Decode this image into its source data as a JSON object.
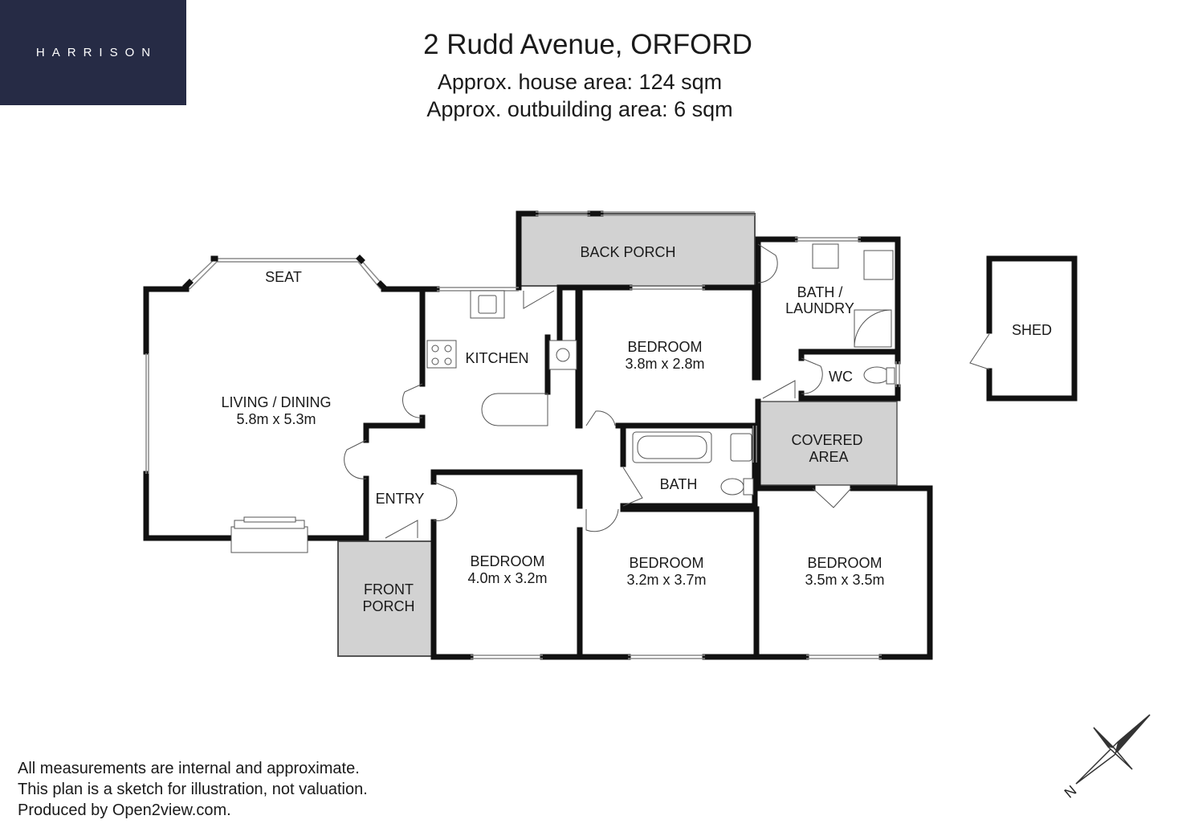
{
  "brand": {
    "logo_text": "HARRISON",
    "logo_bg": "#262b45"
  },
  "header": {
    "title": "2 Rudd Avenue, ORFORD",
    "house_area": "Approx. house area: 124 sqm",
    "outbuilding_area": "Approx. outbuilding area: 6 sqm"
  },
  "rooms": {
    "seat": "SEAT",
    "living_name": "LIVING / DINING",
    "living_size": "5.8m x 5.3m",
    "kitchen": "KITCHEN",
    "back_porch": "BACK PORCH",
    "bed1_name": "BEDROOM",
    "bed1_size": "3.8m x 2.8m",
    "bath_laundry_1": "BATH /",
    "bath_laundry_2": "LAUNDRY",
    "wc": "WC",
    "covered_1": "COVERED",
    "covered_2": "AREA",
    "bath": "BATH",
    "entry": "ENTRY",
    "front_porch_1": "FRONT",
    "front_porch_2": "PORCH",
    "bed2_name": "BEDROOM",
    "bed2_size": "4.0m x 3.2m",
    "bed3_name": "BEDROOM",
    "bed3_size": "3.2m x 3.7m",
    "bed4_name": "BEDROOM",
    "bed4_size": "3.5m x 3.5m",
    "shed": "SHED"
  },
  "compass": {
    "label": "N",
    "icon": "compass-icon"
  },
  "disclaimer": {
    "line1": "All measurements are internal and approximate.",
    "line2": "This plan is a sketch for illustration, not valuation.",
    "line3": "Produced by Open2view.com."
  },
  "colors": {
    "porch_fill": "#d2d2d2",
    "wall": "#111111"
  }
}
